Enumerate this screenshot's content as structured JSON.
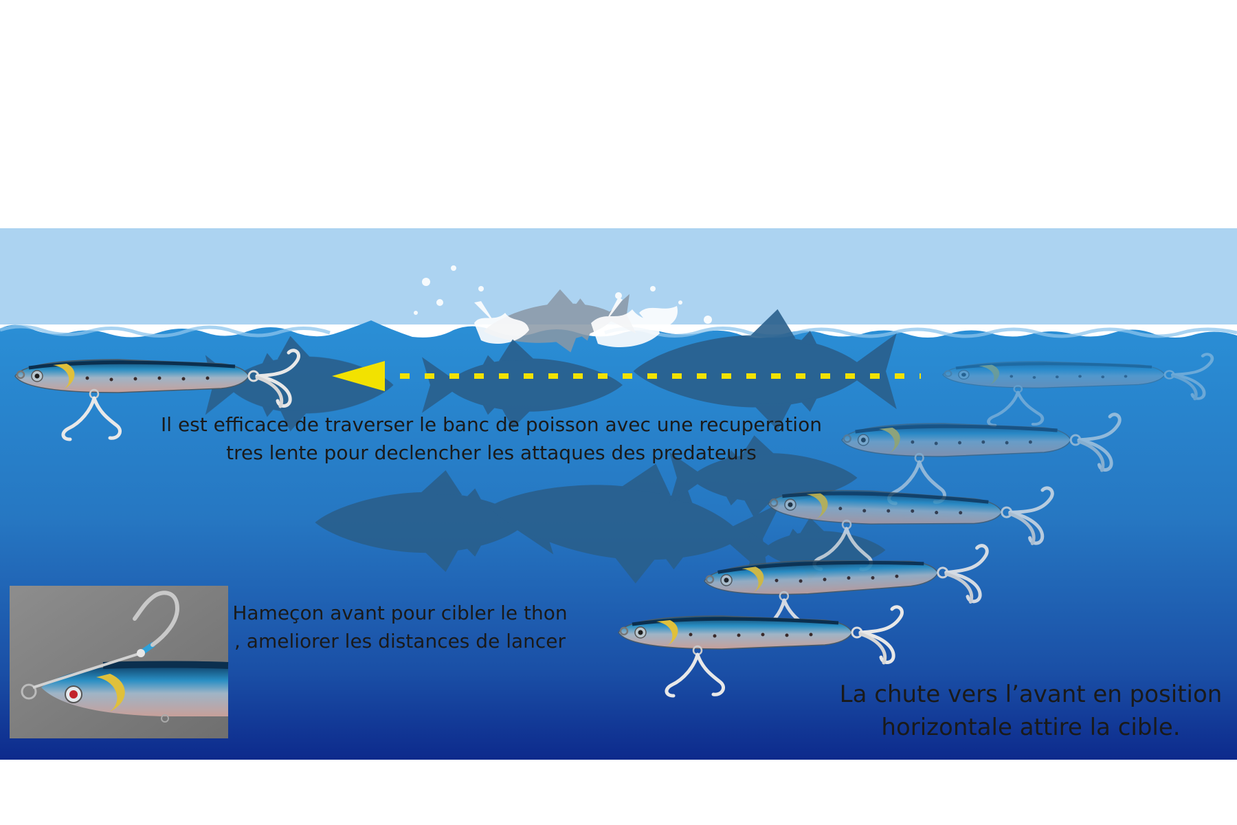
{
  "captions": {
    "traverse": {
      "line1": "Il est efficace de traverser le banc de poisson avec une recuperation",
      "line2": "tres lente pour declencher les attaques des predateurs"
    },
    "hook": {
      "line1": "Hameçon avant pour cibler le thon",
      "line2": ", ameliorer les distances de lancer"
    },
    "fall": {
      "line1": "La chute vers l’avant en position",
      "line2": "horizontale attire la cible."
    }
  },
  "colors": {
    "sky": "#acd3f1",
    "water_top": "#2b8ed3",
    "water_bottom": "#0d2a8c",
    "tuna_silhouette": "#2a5f8c",
    "arrow": "#f2e200",
    "lure_back": "#1d6d9e",
    "lure_belly": "#c6a9a3",
    "lure_eye_ring": "#e0c03b"
  },
  "icons": {
    "lure": "jig-lure-icon",
    "hook": "treble-hook-icon",
    "arrow": "arrow-left-icon",
    "tuna": "tuna-silhouette-icon"
  }
}
